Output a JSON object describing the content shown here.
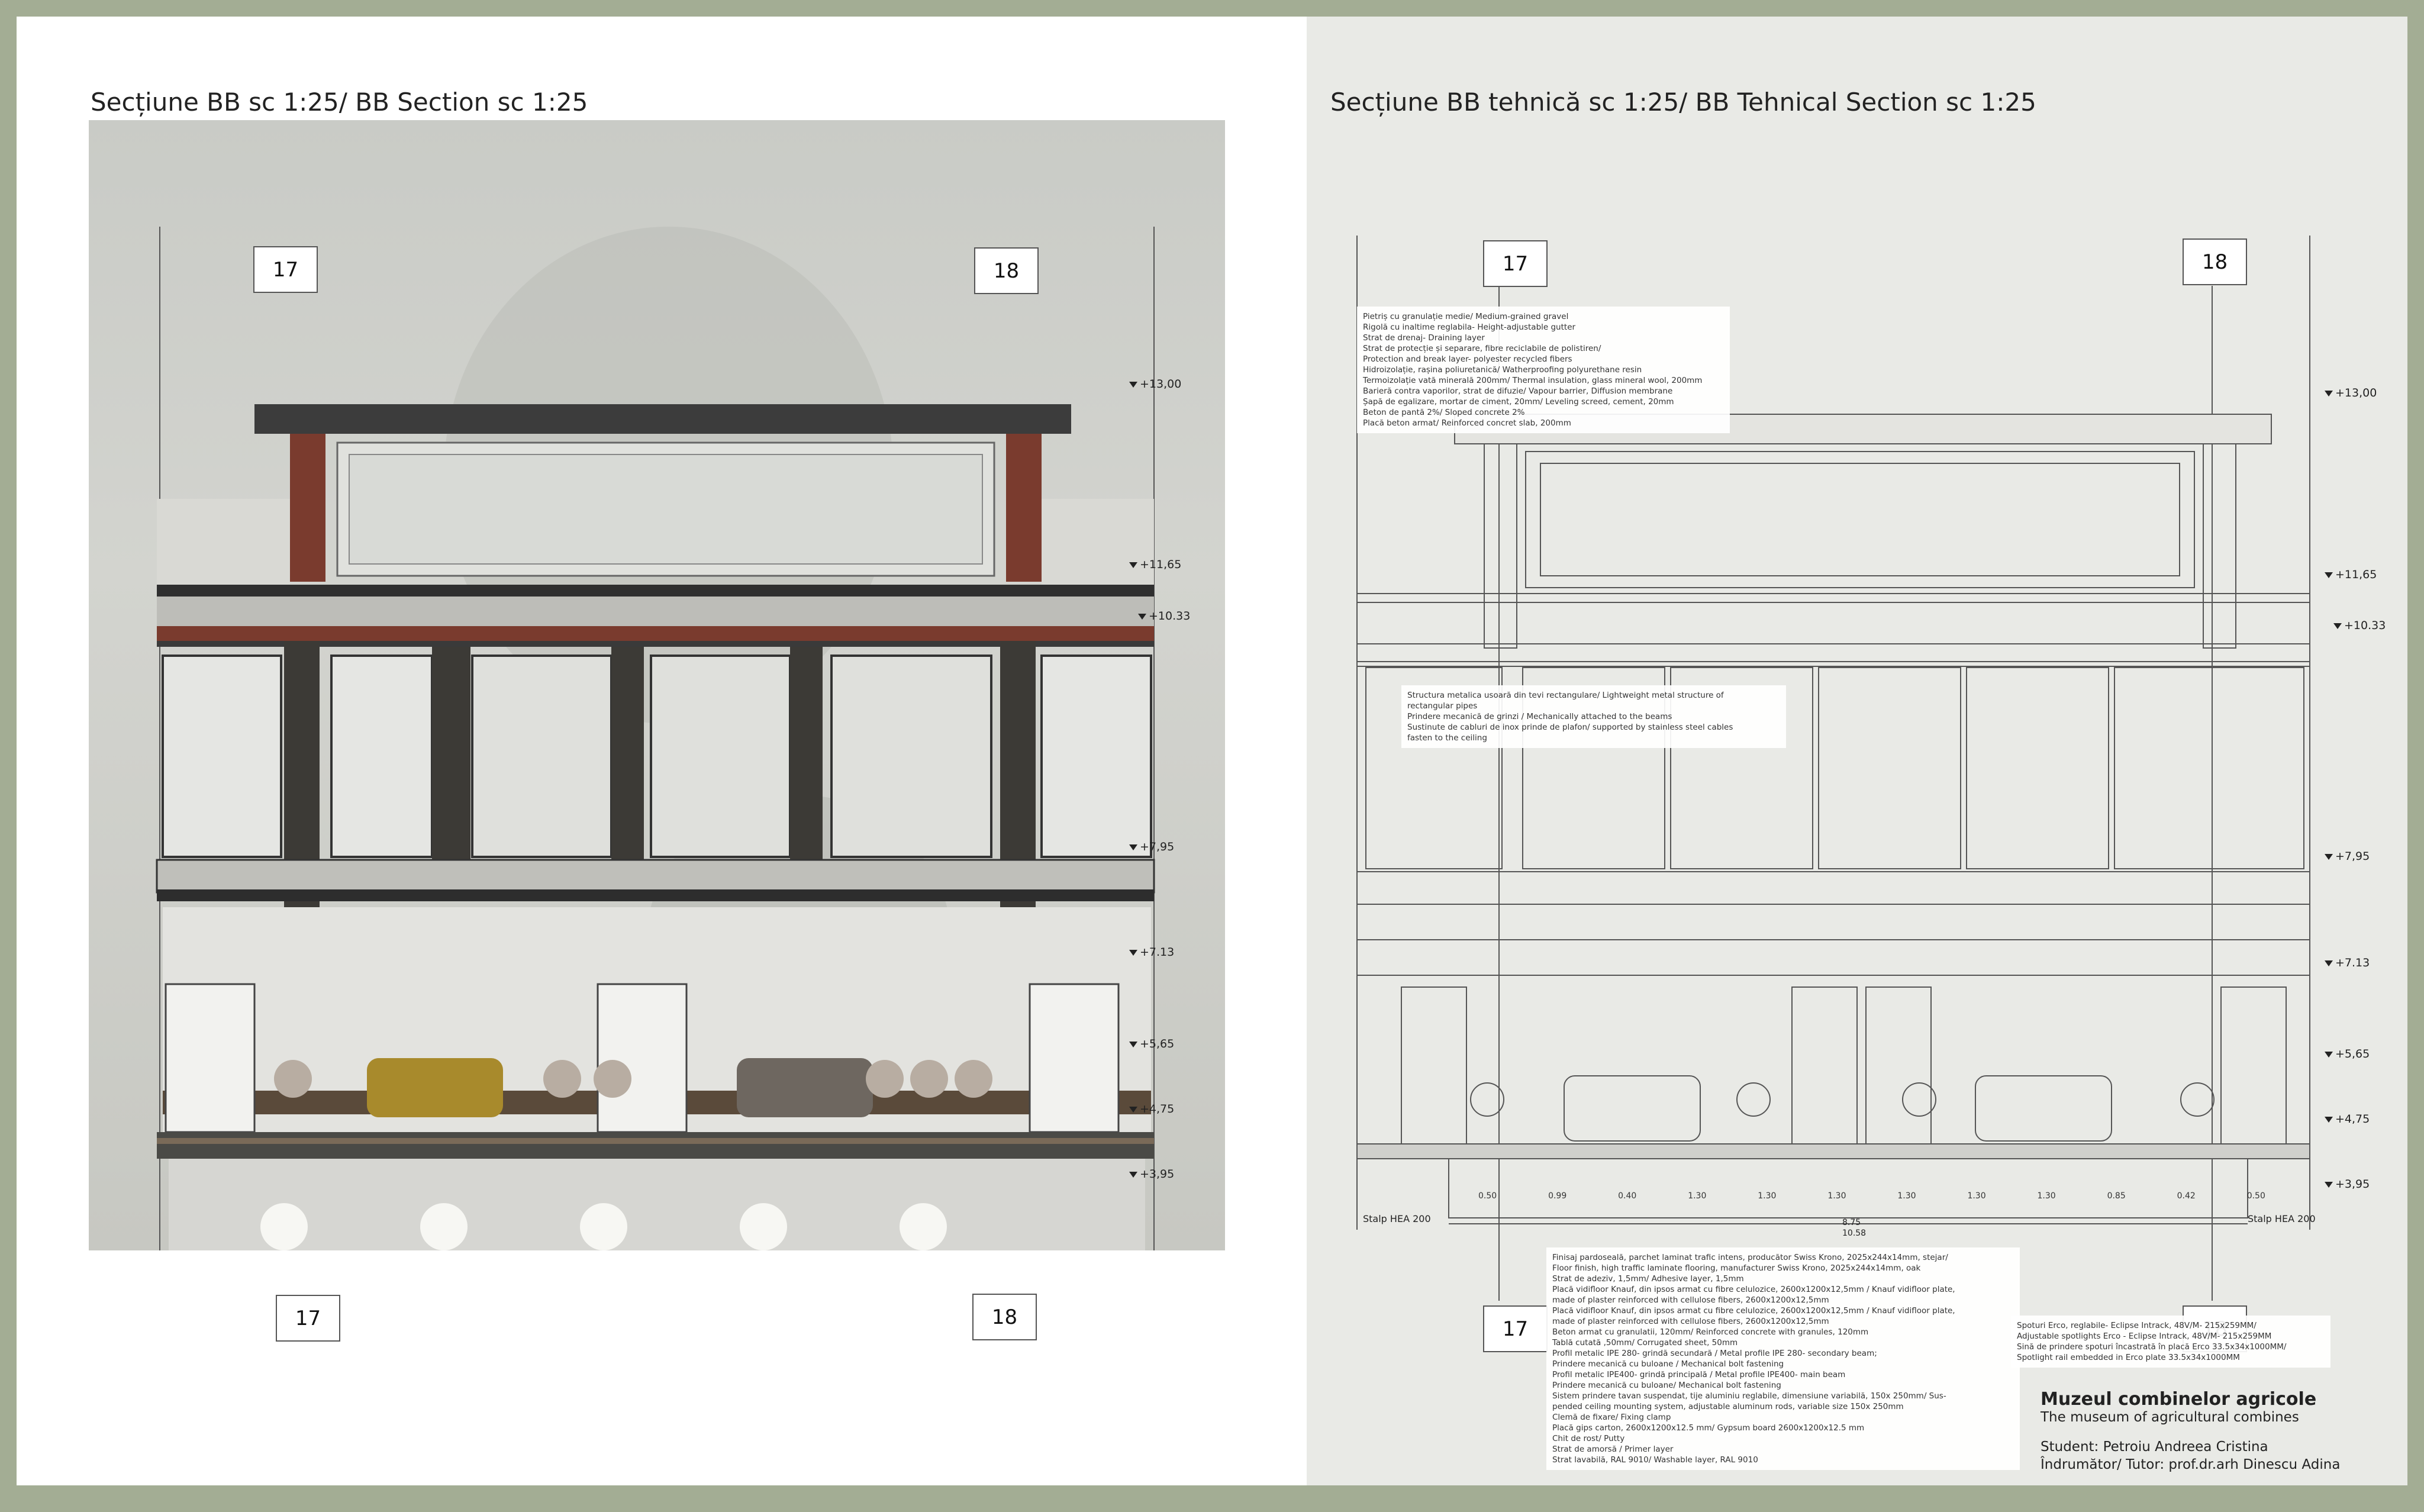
{
  "titles": {
    "left": "Secțiune BB  sc 1:25/ BB Section sc 1:25",
    "right": "Secțiune BB tehnică  sc 1:25/ BB Tehnical Section sc 1:25"
  },
  "grid_labels": {
    "a": "17",
    "b": "18"
  },
  "levels": [
    "+13,00",
    "+11,65",
    "+10.33",
    "+7,95",
    "+7.13",
    "+5,65",
    "+4,75",
    "+3,95"
  ],
  "column_label": "Stalp HEA 200",
  "roof_layers": [
    "Pietriș cu granulație medie/ Medium-grained gravel",
    "Rigolă cu inaltime reglabila- Height-adjustable gutter",
    "Strat de drenaj- Draining layer",
    "Strat de protecție și separare, fibre reciclabile de polistiren/",
    "Protection and break layer- polyester recycled fibers",
    "Hidroizolație, rașina poliuretanică/ Watherproofing polyurethane resin",
    "Termoizolație vată minerală 200mm/  Thermal insulation, glass mineral wool, 200mm",
    "Barieră contra vaporilor, strat de difuzie/ Vapour barrier, Diffusion membrane",
    "Șapă de egalizare, mortar de ciment, 20mm/ Leveling screed, cement, 20mm",
    "Beton de pantă 2%/ Sloped concrete 2%",
    "Placă beton armat/ Reinforced concret slab, 200mm"
  ],
  "structure_notes": [
    "Structura metalica usoară din tevi rectangulare/ Lightweight metal structure of",
    "rectangular pipes",
    "Prindere  mecanică de grinzi /    Mechanically attached to the beams",
    "Sustinute de cabluri de inox prinde de plafon/ supported by stainless steel cables",
    "fasten to the ceiling"
  ],
  "floor_layers": [
    "Finisaj pardoseală, parchet  laminat trafic intens, producător Swiss Krono, 2025x244x14mm, stejar/",
    "Floor finish, high traffic laminate flooring, manufacturer Swiss Krono, 2025x244x14mm, oak",
    "Strat de adeziv,  1,5mm/  Adhesive layer, 1,5mm",
    "Placă vidifloor Knauf, din ipsos armat cu fibre celulozice, 2600x1200x12,5mm / Knauf vidifloor plate,",
    "made of plaster reinforced with cellulose fibers, 2600x1200x12,5mm",
    "Placă vidifloor Knauf, din ipsos armat cu fibre celulozice, 2600x1200x12,5mm /  Knauf vidifloor plate,",
    "made of plaster reinforced with cellulose fibers, 2600x1200x12,5mm",
    "Beton armat cu granulatii,  120mm/ Reinforced concrete with granules, 120mm",
    "Tablă cutată ,50mm/ Corrugated sheet, 50mm",
    "Profil metalic IPE 280- grindă secundară / Metal profile IPE 280- secondary beam;",
    "Prindere mecanică cu buloane / Mechanical bolt fastening",
    "Profil metalic IPE400- grindă principală / Metal profile IPE400- main beam",
    "Prindere mecanică cu buloane/ Mechanical bolt fastening",
    "Sistem prindere tavan suspendat, tije aluminiu reglabile, dimensiune variabilă, 150x 250mm/ Sus-",
    "pended ceiling mounting system, adjustable aluminum rods, variable size 150x 250mm",
    "Clemă de fixare/ Fixing clamp",
    "Placă gips carton, 2600x1200x12.5 mm/ Gypsum board 2600x1200x12.5 mm",
    "Chit de rost/ Putty",
    "Strat de amorsă / Primer layer",
    "Strat lavabilă, RAL 9010/  Washable layer, RAL 9010"
  ],
  "spot_notes": [
    "Spoturi Erco, reglabile- Eclipse Intrack, 48V/M- 215x259MM/",
    "Adjustable spotlights Erco - Eclipse Intrack, 48V/M- 215x259MM",
    "Sină  de prindere spoturi încastrată în placă Erco  33.5x34x1000MM/",
    "Spotlight rail embedded in Erco plate 33.5x34x1000MM"
  ],
  "dims": [
    "0.50",
    "0.99",
    "0.40",
    "1.30",
    "1.30",
    "1.30",
    "1.30",
    "1.30",
    "1.30",
    "0.85",
    "0.42",
    "0.50",
    "8.75",
    "10.58"
  ],
  "legend": {
    "project_ro": "Muzeul combinelor agricole",
    "project_en": "The museum of agricultural combines",
    "student": "Student: Petroiu Andreea Cristina",
    "tutor": "Îndrumător/ Tutor: prof.dr.arh Dinescu Adina"
  }
}
